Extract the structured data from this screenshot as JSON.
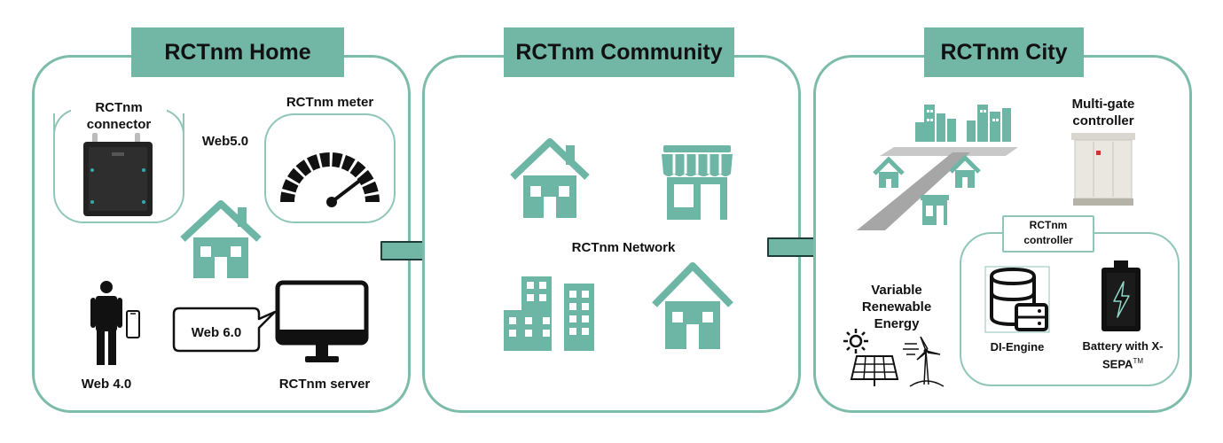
{
  "panels": {
    "home": {
      "title": "RCTnm Home",
      "connector_label": "RCTnm connector",
      "web5_label": "Web5.0",
      "meter_label": "RCTnm meter",
      "web6_label": "Web 6.0",
      "web4_label": "Web 4.0",
      "server_label": "RCTnm server"
    },
    "community": {
      "title": "RCTnm Community",
      "network_label": "RCTnm Network"
    },
    "city": {
      "title": "RCTnm City",
      "multigate_label": "Multi-gate controller",
      "controller_label": "RCTnm controller",
      "vre_label": "Variable Renewable Energy",
      "diengine_label": "DI-Engine",
      "battery_label": "Battery with X-SEPA",
      "battery_tm": "TM"
    }
  },
  "colors": {
    "accent": "#72b6a6",
    "border": "#7dbcab",
    "icon": "#6db5a4",
    "dark": "#111111"
  }
}
